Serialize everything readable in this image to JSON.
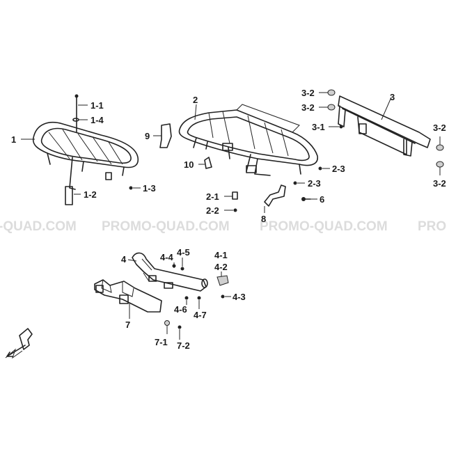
{
  "watermark": {
    "segments": [
      "-QUAD.COM",
      "PROMO-QUAD.COM",
      "PROMO-QUAD.COM",
      "PRO"
    ]
  },
  "labels": {
    "l1": "1",
    "l1_1": "1-1",
    "l1_4": "1-4",
    "l1_2": "1-2",
    "l1_3": "1-3",
    "l2": "2",
    "l9": "9",
    "l10": "10",
    "l2_1": "2-1",
    "l2_2": "2-2",
    "l2_3a": "2-3",
    "l2_3b": "2-3",
    "l6": "6",
    "l8": "8",
    "l3": "3",
    "l3_2a": "3-2",
    "l3_2b": "3-2",
    "l3_1": "3-1",
    "l3_2c": "3-2",
    "l3_2d": "3-2",
    "l4": "4",
    "l4_4": "4-4",
    "l4_5": "4-5",
    "l4_1": "4-1",
    "l4_2": "4-2",
    "l4_3": "4-3",
    "l4_6": "4-6",
    "l4_7": "4-7",
    "l7": "7",
    "l7_1": "7-1",
    "l7_2": "7-2"
  }
}
